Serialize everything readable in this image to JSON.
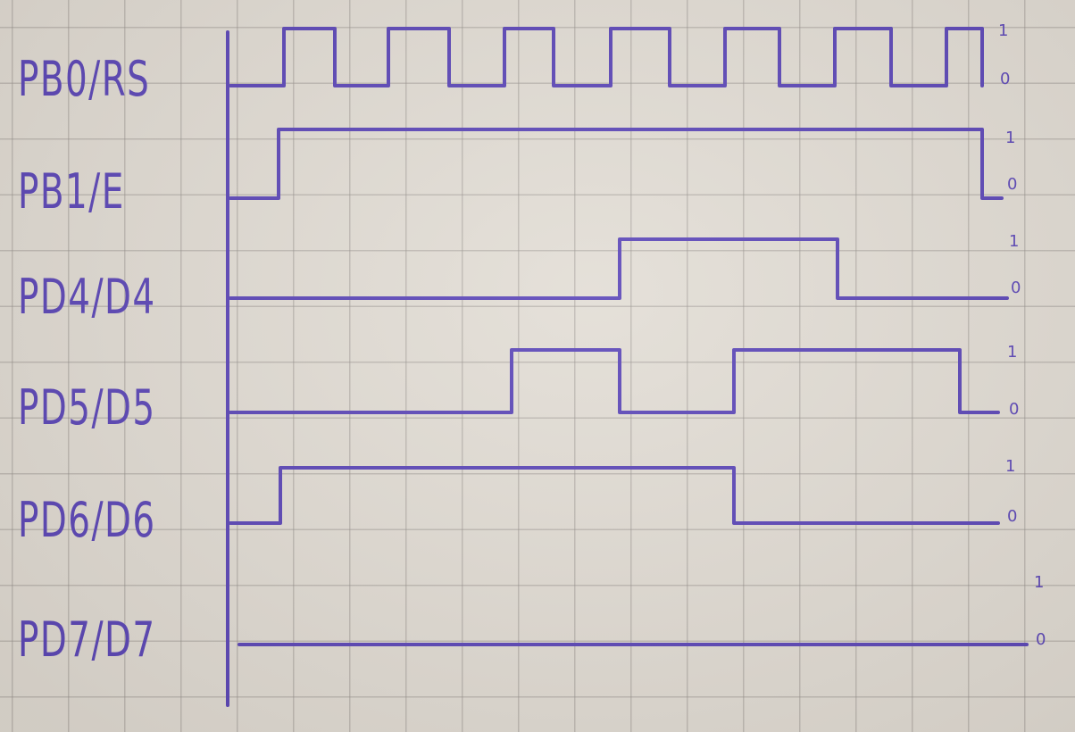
{
  "signals": [
    {
      "label": "PB0/RS",
      "high": "1",
      "low": "0",
      "levels": [
        0,
        1,
        0,
        1,
        0,
        1,
        0,
        1,
        0,
        1,
        0,
        1,
        0,
        1,
        0,
        0
      ]
    },
    {
      "label": "PB1/E",
      "high": "1",
      "low": "0",
      "levels": [
        0,
        1,
        1,
        1,
        1,
        1,
        1,
        1,
        1,
        1,
        1,
        1,
        1,
        1,
        0,
        0
      ]
    },
    {
      "label": "PD4/D4",
      "high": "1",
      "low": "0",
      "levels": [
        0,
        0,
        0,
        0,
        0,
        0,
        1,
        1,
        1,
        1,
        0,
        0,
        0,
        0,
        0,
        0
      ]
    },
    {
      "label": "PD5/D5",
      "high": "1",
      "low": "0",
      "levels": [
        0,
        0,
        0,
        0,
        0,
        1,
        0,
        0,
        1,
        1,
        1,
        1,
        1,
        0,
        0,
        0
      ]
    },
    {
      "label": "PD6/D6",
      "high": "1",
      "low": "0",
      "levels": [
        0,
        1,
        1,
        1,
        1,
        1,
        1,
        1,
        0,
        0,
        0,
        0,
        0,
        0,
        0,
        0
      ]
    },
    {
      "label": "PD7/D7",
      "high": "1",
      "low": "0",
      "levels": [
        0,
        0,
        0,
        0,
        0,
        0,
        0,
        0,
        0,
        0,
        0,
        0,
        0,
        0,
        0,
        0
      ]
    }
  ],
  "colors": {
    "ink": "#5a45b8",
    "paper": "#e2ddd5",
    "grid": "#9a958f"
  }
}
